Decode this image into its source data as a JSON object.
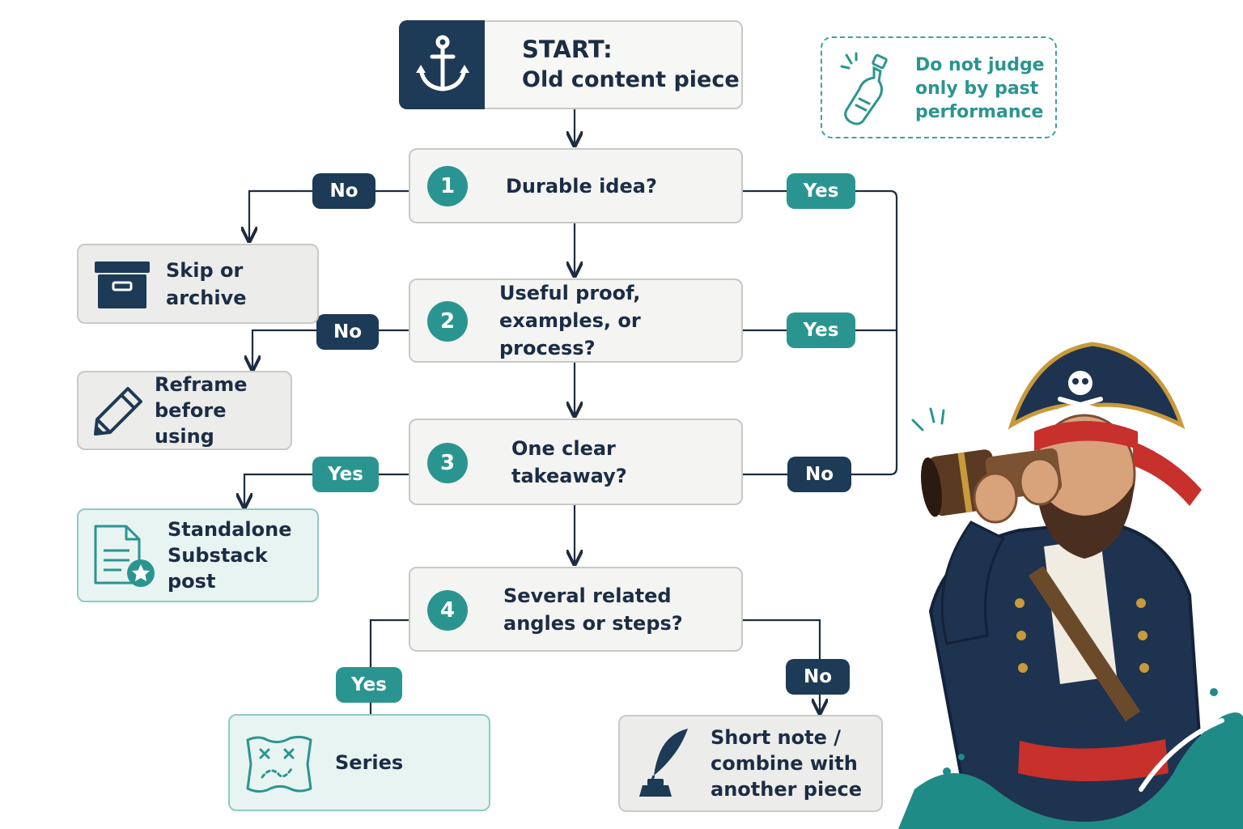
{
  "start": {
    "line1": "START:",
    "line2": "Old content piece"
  },
  "note": {
    "line1": "Do not judge",
    "line2": "only by past",
    "line3": "performance"
  },
  "q1": {
    "num": "1",
    "text": "Durable idea?"
  },
  "q2": {
    "num": "2",
    "line1": "Useful proof,",
    "line2": "examples, or process?"
  },
  "q3": {
    "num": "3",
    "line1": "One clear",
    "line2": "takeaway?"
  },
  "q4": {
    "num": "4",
    "line1": "Several related",
    "line2": "angles or steps?"
  },
  "labels": {
    "q1_no": "No",
    "q1_yes": "Yes",
    "q2_no": "No",
    "q2_yes": "Yes",
    "q3_yes": "Yes",
    "q3_no": "No",
    "q4_yes": "Yes",
    "q4_no": "No"
  },
  "outcomes": {
    "archive": "Skip or archive",
    "reframe": {
      "line1": "Reframe",
      "line2": "before using"
    },
    "standalone": {
      "line1": "Standalone",
      "line2": "Substack post"
    },
    "series": "Series",
    "short": {
      "line1": "Short note /",
      "line2": "combine with",
      "line3": "another piece"
    }
  },
  "icons": [
    "anchor-icon",
    "message-bottle-icon",
    "archive-box-icon",
    "pencil-icon",
    "document-star-icon",
    "treasure-map-icon",
    "quill-inkwell-icon",
    "pirate-illustration"
  ],
  "colors": {
    "navy": "#1d3a56",
    "teal": "#2a9590",
    "box": "#f4f4f2",
    "border": "#c8c8c6"
  }
}
